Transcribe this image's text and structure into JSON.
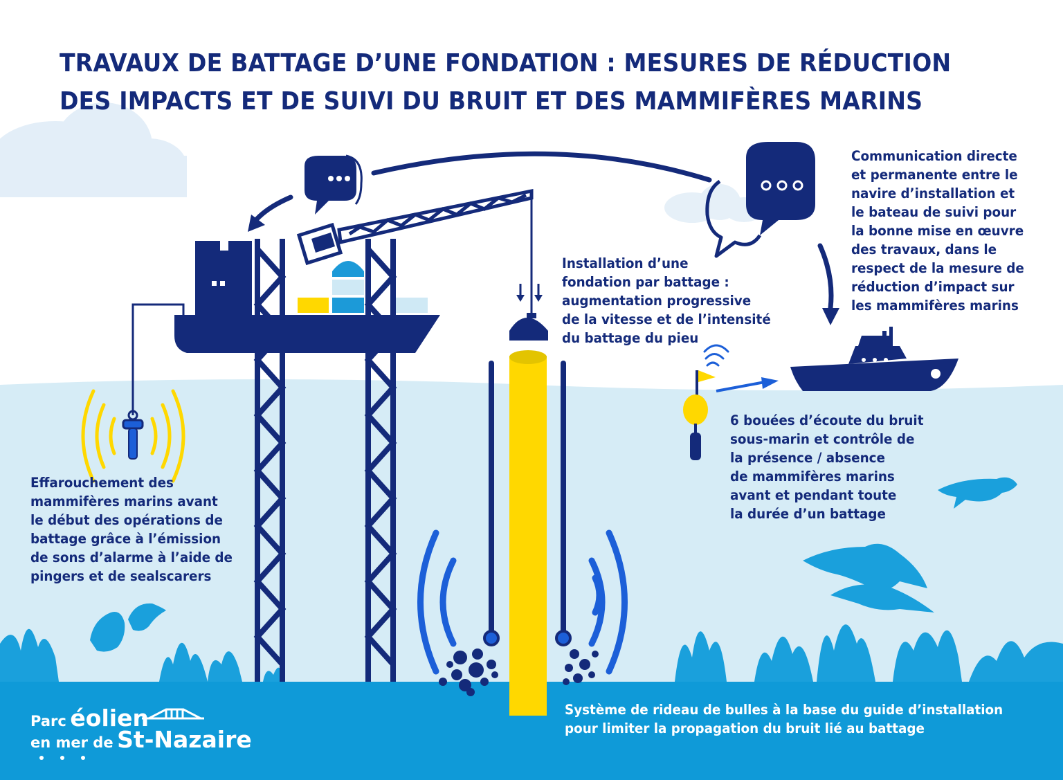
{
  "title": {
    "line1": "TRAVAUX DE BATTAGE D’UNE FONDATION : MESURES DE RÉDUCTION",
    "line2": "DES IMPACTS ET DE SUIVI DU BRUIT ET DES MAMMIFÈRES MARINS"
  },
  "labels": {
    "communication": [
      "Communication directe",
      "et permanente entre le",
      "navire d’installation et",
      "le bateau de suivi pour",
      "la bonne mise en œuvre",
      "des travaux, dans le",
      "respect de la mesure de",
      "réduction d’impact sur",
      "les mammifères marins"
    ],
    "installation": [
      "Installation d’une",
      "fondation par battage :",
      "augmentation progressive",
      "de la vitesse et de l’intensité",
      "du battage du pieu"
    ],
    "bouees": [
      "6 bouées d’écoute du bruit",
      "sous-marin et contrôle de",
      "la présence / absence",
      "de mammifères marins",
      "avant et pendant toute",
      "la durée d’un battage"
    ],
    "effarouchement": [
      "Effarouchement des",
      "mammifères marins avant",
      "le début des opérations de",
      "battage grâce à l’émission",
      "de sons d’alarme à l’aide de",
      "pingers et de sealscarers"
    ],
    "rideau": [
      "Système de rideau de bulles à la base du guide d’installation",
      "pour limiter la propagation du bruit lié au battage"
    ]
  },
  "logo": {
    "parc": "Parc",
    "eolien": "éolien",
    "en_mer_de": "en mer de",
    "st": "St",
    "nazaire": "-Nazaire"
  },
  "icons": {
    "chat_left": "chat-bubble-icon",
    "chat_right": "chat-bubbles-icon",
    "buoy": "buoy-icon",
    "pinger": "pinger-icon",
    "dolphin": "dolphin-icon"
  },
  "colors": {
    "navy": "#142a7a",
    "yellow": "#ffd800",
    "sea_light": "#d6ecf6",
    "sea_deep": "#0f9ad8",
    "light_blue": "#cfe9f5",
    "wave_blue": "#1c5fd8"
  }
}
